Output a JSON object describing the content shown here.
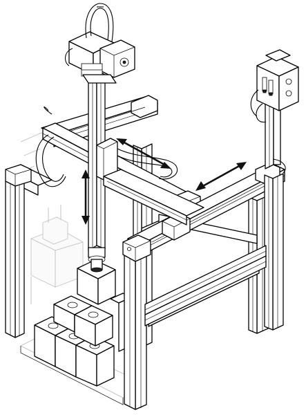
{
  "figure": {
    "style": "isometric line drawing",
    "components": [
      "aluminum-profile-frame",
      "x-axis-linear-module",
      "y-axis-linear-module",
      "z-axis-vertical-column",
      "servo-motor-head",
      "control-box",
      "cable-drag-chains",
      "stacked-workpiece-blocks",
      "pallet-base",
      "ghost-gripper"
    ],
    "motion_arrows": [
      "x-axis",
      "y-axis",
      "z-axis"
    ],
    "colors": {
      "line": "#000000",
      "background": "#ffffff",
      "ghost": "#bdbdbd"
    }
  }
}
